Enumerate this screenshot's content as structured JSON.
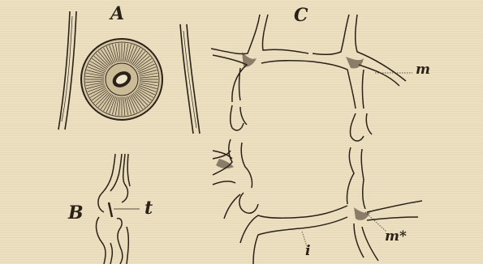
{
  "figure": {
    "labels": {
      "a": "A",
      "b": "B",
      "c": "C",
      "t": "t",
      "m": "m",
      "m_star": "m*",
      "i": "i"
    },
    "colors": {
      "paper": "#ece0c1",
      "ink": "#2a2118",
      "wall_fill": "#e8dcc0"
    }
  }
}
